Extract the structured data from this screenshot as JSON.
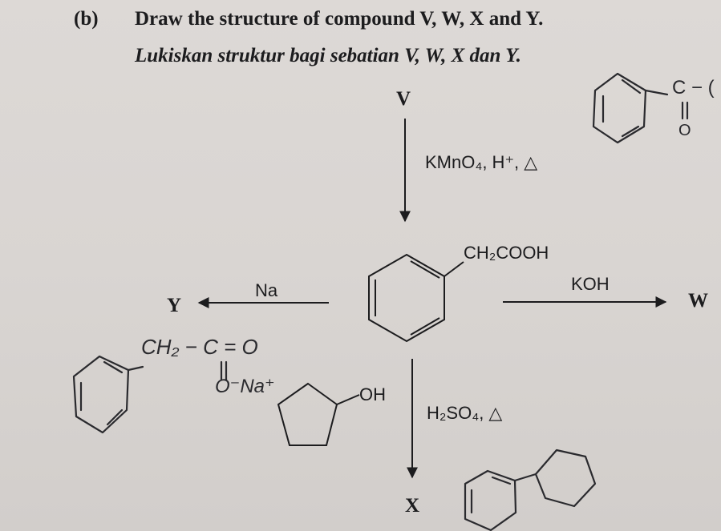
{
  "question": {
    "number": "(b)",
    "text_en": "Draw the structure of compound V, W, X and Y.",
    "text_ms": "Lukiskan struktur bagi sebatian V, W, X dan Y."
  },
  "scheme": {
    "label_v": "V",
    "label_w": "W",
    "label_x": "X",
    "label_y": "Y",
    "reagent_top": "KMnO₄, H⁺, △",
    "reagent_right": "KOH",
    "reagent_left": "Na",
    "reagent_bottom": "H₂SO₄, △",
    "center_substituent": "CH₂COOH",
    "cyclopentanol_substituent": "OH"
  },
  "handwriting": {
    "v_answer": "C − (",
    "v_answer_carbonyl_o": "O",
    "y_answer_top": "CH₂ − C = O",
    "y_answer_bottom": "O⁻Na⁺"
  }
}
